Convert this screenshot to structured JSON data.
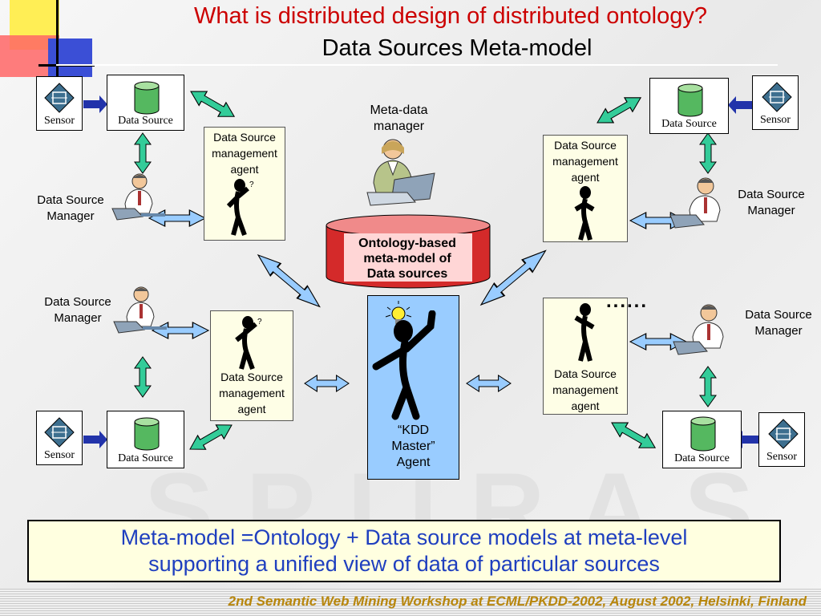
{
  "title": {
    "line1": "What is distributed design of distributed ontology?",
    "line2": "Data Sources Meta-model"
  },
  "labels": {
    "sensor": "Sensor",
    "data_source": "Data Source",
    "agent_box": [
      "Data Source",
      "management",
      "agent"
    ],
    "ds_manager": [
      "Data Source",
      "Manager"
    ],
    "meta_manager": [
      "Meta-data",
      "manager"
    ],
    "ontology": [
      "Ontology-based",
      "meta-model of",
      "Data sources"
    ],
    "master": [
      "“KDD",
      "Master”",
      "Agent"
    ],
    "dots": "......"
  },
  "summary": {
    "line1": "Meta-model =Ontology + Data source models at meta-level",
    "line2": "supporting a unified view of data of particular sources"
  },
  "footer": "2nd Semantic Web Mining Workshop at ECML/PKDD-2002, August 2002, Helsinki, Finland",
  "colors": {
    "title": "#cc0000",
    "green_arrow": "#33cc99",
    "blue_arrow": "#99ccff",
    "ontology_fill": "#cc1a1a",
    "master_fill": "#99ccff",
    "summary_text": "#1f3fbf",
    "footer_text": "#b8860b"
  },
  "icons": [
    "sensor-chip-icon",
    "database-cylinder-icon",
    "stick-figure-icon",
    "person-at-laptop-icon",
    "lightbulb-icon"
  ]
}
